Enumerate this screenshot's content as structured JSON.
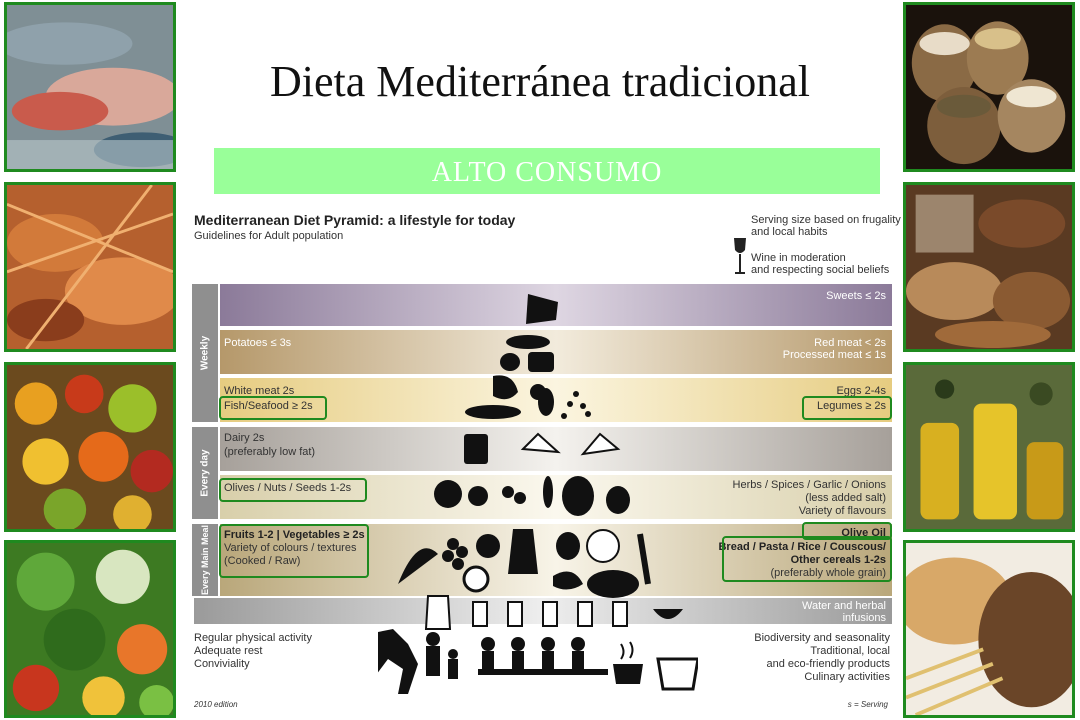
{
  "title": "Dieta Mediterránea tradicional",
  "banner": "ALTO CONSUMO",
  "pyramid": {
    "heading": "Mediterranean Diet Pyramid: a lifestyle for today",
    "subheading": "Guidelines for Adult population",
    "serving_note": [
      "Serving size based on frugality",
      "and local habits"
    ],
    "wine_note": [
      "Wine in moderation",
      "and respecting social beliefs"
    ],
    "side_labels": {
      "weekly": "Weekly",
      "every_day": "Every day",
      "every_main_meal": "Every Main Meal"
    },
    "rows": {
      "sweets": "Sweets ≤ 2s",
      "potatoes": "Potatoes ≤ 3s",
      "red_meat": "Red meat < 2s",
      "processed_meat": "Processed meat ≤ 1s",
      "white_meat": "White meat 2s",
      "fish": "Fish/Seafood ≥ 2s",
      "eggs": "Eggs 2-4s",
      "legumes": "Legumes ≥ 2s",
      "dairy": "Dairy 2s",
      "dairy_note": "(preferably low fat)",
      "olives": "Olives / Nuts / Seeds  1-2s",
      "herbs": "Herbs / Spices / Garlic / Onions",
      "herbs_note": "(less added salt)",
      "herbs_note2": "Variety of flavours",
      "fruits": "Fruits 1-2 | Vegetables ≥ 2s",
      "fruits_note": "Variety of colours / textures",
      "fruits_note2": "(Cooked / Raw)",
      "olive_oil": "Olive Oil",
      "bread": "Bread / Pasta / Rice / Couscous/",
      "bread2": "Other cereals 1-2s",
      "bread_note": "(preferably whole grain)",
      "water": "Water and herbal",
      "water2": "infusions"
    },
    "left_footer": [
      "Regular physical activity",
      "Adequate rest",
      "Conviviality"
    ],
    "right_footer": [
      "Biodiversity and seasonality",
      "Traditional, local",
      "and eco-friendly products",
      "Culinary activities"
    ],
    "edition": "2010 edition",
    "serving_legend": "s = Serving"
  },
  "photos": {
    "left": [
      "fish-photo",
      "seafood-photo",
      "fruit-market-photo",
      "vegetables-photo"
    ],
    "right": [
      "legumes-sacks-photo",
      "nuts-photo",
      "olive-oil-photo",
      "bread-photo"
    ]
  },
  "colors": {
    "frame_green": "#1f8a1f",
    "banner_bg": "#99ff99",
    "band_purple": "#8b7a99",
    "band_tan": "#b5986a",
    "band_gray": "#9a9a9a"
  }
}
